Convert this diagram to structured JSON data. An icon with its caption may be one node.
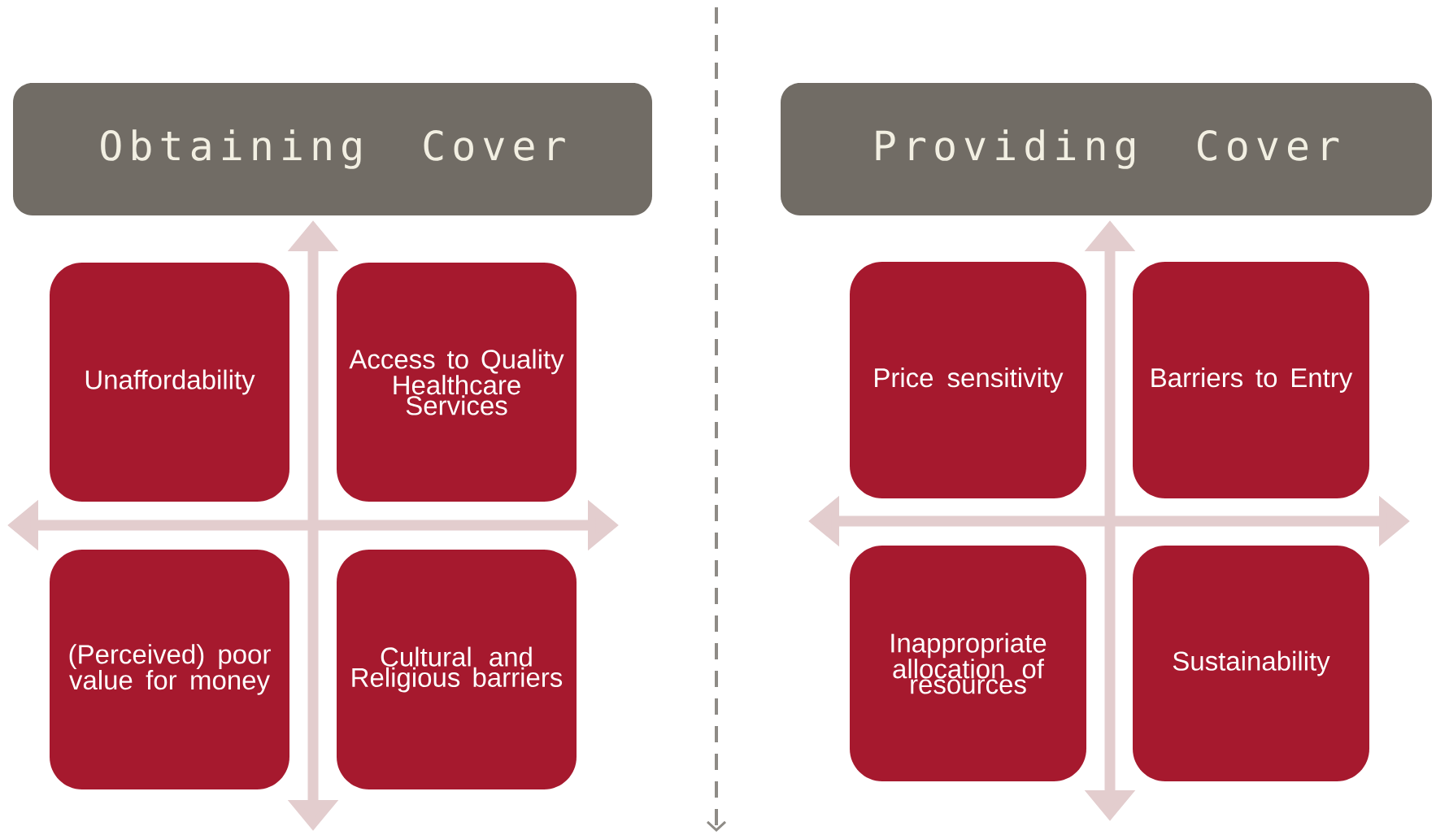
{
  "diagram": {
    "nodes": [
      {
        "text": [
          "Obtaining Cover"
        ]
      },
      {
        "text": [
          "Unaffordability"
        ]
      },
      {
        "text": [
          "Access to Quality Healthcare Services"
        ]
      },
      {
        "text": [
          "(Perceived) poor value for money"
        ]
      },
      {
        "text": [
          "Cultural and Religious barriers"
        ]
      },
      {
        "text": [
          "Providing Cover"
        ]
      },
      {
        "text": [
          "Price sensitivity"
        ]
      },
      {
        "text": [
          "Barriers to Entry"
        ]
      },
      {
        "text": [
          "Inappropriate allocation of resources"
        ]
      },
      {
        "text": [
          "Sustainability"
        ]
      }
    ]
  }
}
